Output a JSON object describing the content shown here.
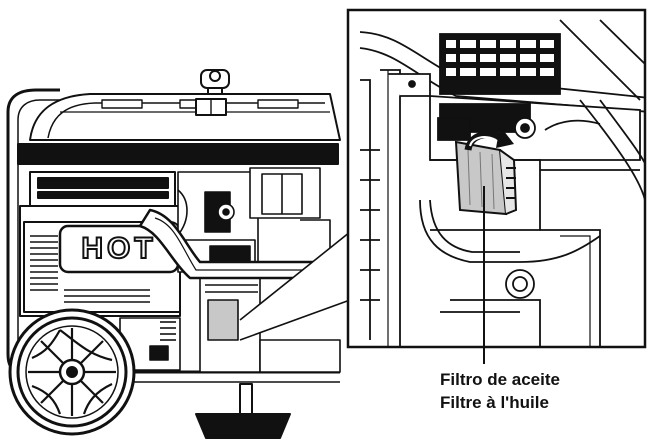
{
  "generator": {
    "hot_label": "HOT"
  },
  "callout": {
    "label_es": "Filtro de aceite",
    "label_fr": "Filtre à l'huile"
  },
  "colors": {
    "ink": "#111111",
    "gray_fill": "#c8c8c8",
    "light_gray": "#e6e6e6",
    "dark_gray": "#777777",
    "background": "#ffffff"
  }
}
